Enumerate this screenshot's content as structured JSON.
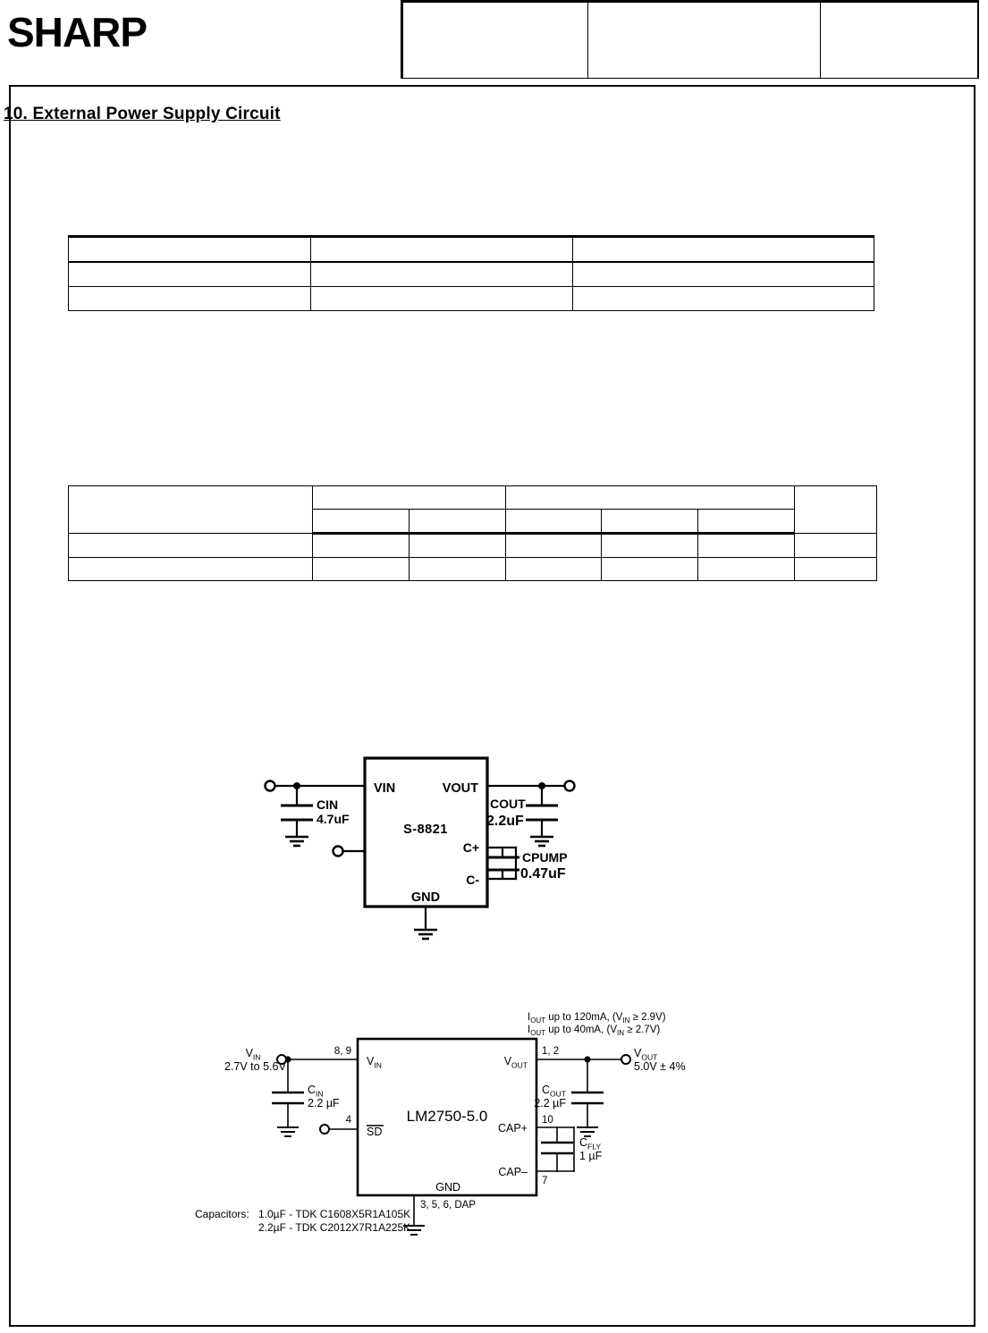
{
  "header": {
    "logo_text": "SHARP",
    "table_cells": [
      "",
      "",
      ""
    ]
  },
  "section": {
    "number": "10.",
    "title": "External Power Supply Circuit"
  },
  "table_one": {
    "rows": [
      [
        "",
        "",
        ""
      ],
      [
        "",
        "",
        ""
      ],
      [
        "",
        "",
        ""
      ]
    ]
  },
  "table_two": {
    "rows": [
      [
        "",
        "",
        "",
        ""
      ],
      [
        "",
        "",
        "",
        "",
        "",
        ""
      ],
      [
        "",
        "",
        "",
        "",
        "",
        "",
        ""
      ],
      [
        "",
        "",
        "",
        "",
        "",
        "",
        ""
      ]
    ]
  },
  "figure_s8821": {
    "part_label": "S-8821",
    "pin_vin": "VIN",
    "pin_vout": "VOUT",
    "pin_cplus": "C+",
    "pin_cminus": "C-",
    "pin_gnd": "GND",
    "cin_name": "CIN",
    "cin_value": "4.7uF",
    "cout_name": "COUT",
    "cout_value": "2.2uF",
    "cpump_name": "CPUMP",
    "cpump_value": "0.47uF"
  },
  "figure_lm2750": {
    "part_label": "LM2750-5.0",
    "pin_vin": "V",
    "pin_vin_sub": "IN",
    "pin_vout": "V",
    "pin_vout_sub": "OUT",
    "pin_sd": "SD",
    "pin_capplus": "CAP+",
    "pin_capminus": "CAP–",
    "pin_gnd": "GND",
    "pinnum_vin": "8, 9",
    "pinnum_vout": "1, 2",
    "pinnum_sd": "4",
    "pinnum_capplus": "10",
    "pinnum_capminus": "7",
    "pinnum_gnd": "3, 5, 6, DAP",
    "vin_label": "V",
    "vin_label_sub": "IN",
    "vin_range": "2.7V to 5.6V",
    "vout_label": "V",
    "vout_label_sub": "OUT",
    "vout_spec": "5.0V ± 4%",
    "cin_name": "C",
    "cin_name_sub": "IN",
    "cin_value": "2.2 µF",
    "cout_name": "C",
    "cout_name_sub": "OUT",
    "cout_value": "2.2 µF",
    "cfly_name": "C",
    "cfly_name_sub": "FLY",
    "cfly_value": "1 µF",
    "iout_note_1_a": "I",
    "iout_note_1_sub": "OUT",
    "iout_note_1_b": " up to 120mA, (V",
    "iout_note_1_sub2": "IN",
    "iout_note_1_c": " ≥ 2.9V)",
    "iout_note_2_a": "I",
    "iout_note_2_sub": "OUT",
    "iout_note_2_b": " up to 40mA, (V",
    "iout_note_2_sub2": "IN",
    "iout_note_2_c": " ≥ 2.7V)",
    "cap_note_label": "Capacitors:",
    "cap_note_line1": "1.0µF - TDK C1608X5R1A105K",
    "cap_note_line2": "2.2µF - TDK C2012X7R1A225K"
  },
  "colors": {
    "ink": "#000000",
    "paper": "#ffffff"
  }
}
